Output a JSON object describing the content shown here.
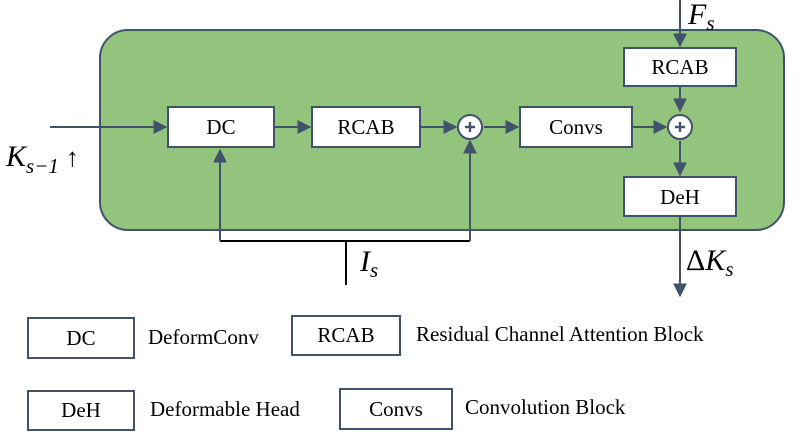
{
  "colors": {
    "panel_fill": "#93c47d",
    "panel_stroke": "#41536b",
    "block_stroke": "#41536b",
    "arrow": "#41536b",
    "skip_line": "#000000"
  },
  "diagram": {
    "inputs": {
      "k_prev_main": "K",
      "k_prev_sub": "s−1",
      "k_prev_suffix": "↑",
      "f_main": "F",
      "f_sub": "s",
      "i_main": "I",
      "i_sub": "s"
    },
    "output": {
      "delta": "Δ",
      "main": "K",
      "sub": "s"
    },
    "blocks": {
      "dc": "DC",
      "rcab_main": "RCAB",
      "convs": "Convs",
      "rcab_side": "RCAB",
      "deh": "DeH"
    },
    "adders": {
      "symbol_icon": "plus-circle-icon"
    }
  },
  "legend": {
    "items": [
      {
        "key": "DC",
        "desc": "DeformConv"
      },
      {
        "key": "RCAB",
        "desc": "Residual Channel Attention Block"
      },
      {
        "key": "DeH",
        "desc": "Deformable Head"
      },
      {
        "key": "Convs",
        "desc": "Convolution Block"
      }
    ]
  }
}
